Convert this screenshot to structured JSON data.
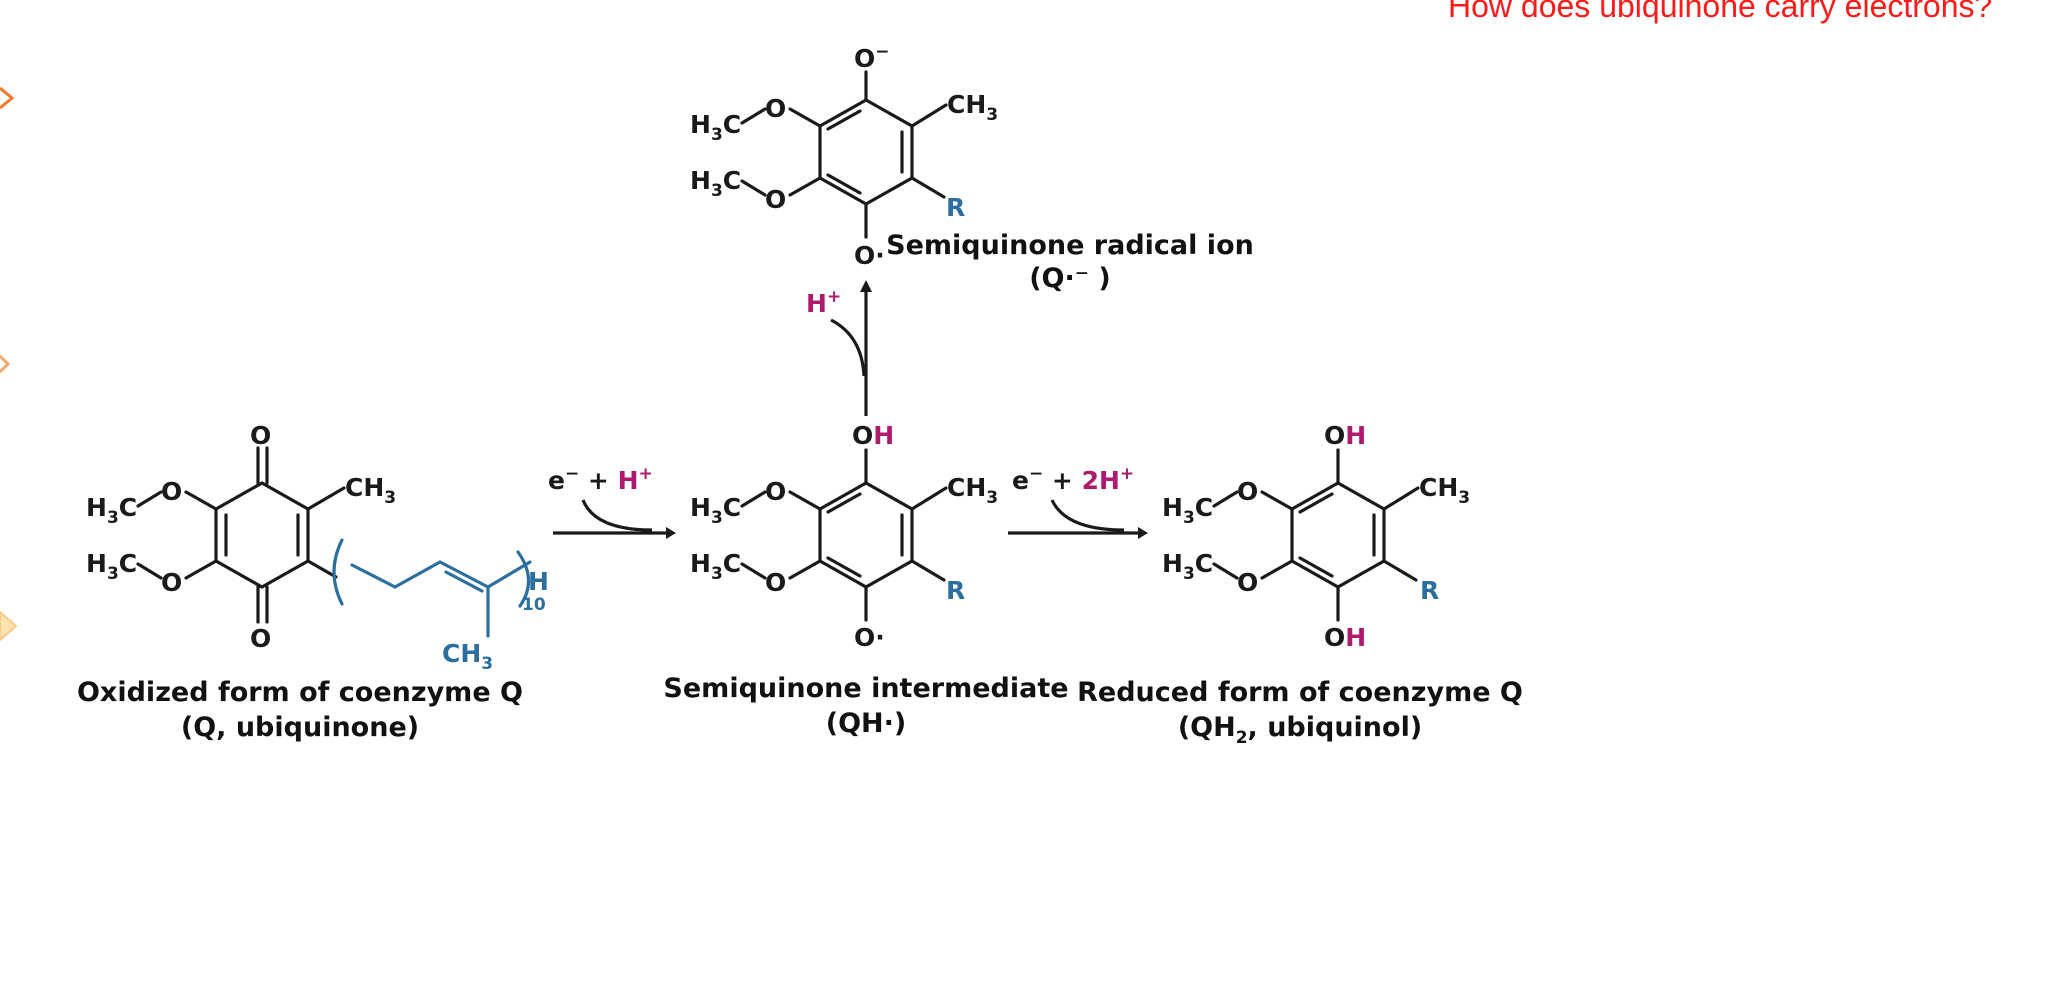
{
  "header": {
    "question": "How does ubiquinone carry electrons?"
  },
  "atoms": {
    "O": "O",
    "O_minus": "O",
    "minus": "−",
    "O_dot": "O·",
    "OH_O": "O",
    "OH_H": "H",
    "H3C_H": "H",
    "H3C_3": "3",
    "H3C_C": "C",
    "CH3_CH": "CH",
    "CH3_3": "3",
    "R": "R",
    "H": "H",
    "ten": "10"
  },
  "reagents": {
    "step1": {
      "e": "e",
      "e_charge": "−",
      "plus": " + ",
      "H": "H",
      "H_charge": "+"
    },
    "step2": {
      "e": "e",
      "e_charge": "−",
      "plus": " + ",
      "H": "2H",
      "H_charge": "+"
    },
    "step3": {
      "H": "H",
      "H_charge": "+"
    }
  },
  "captions": {
    "oxidized": {
      "line1": "Oxidized form of coenzyme Q",
      "line2": "(Q, ubiquinone)"
    },
    "intermediate": {
      "line1": "Semiquinone intermediate",
      "line2": "(QH·)"
    },
    "reduced": {
      "line1": "Reduced form of coenzyme Q",
      "line2_a": "(QH",
      "line2_sub": "2",
      "line2_b": ", ubiquinol)"
    },
    "radical": {
      "line1": "Semiquinone radical ion",
      "line2": "(Q·⁻ )"
    }
  },
  "colors": {
    "header": "#ff1a1a",
    "chain": "#2c6f9e",
    "proton": "#b01a6e",
    "accent_orange": "#f07a2a"
  }
}
